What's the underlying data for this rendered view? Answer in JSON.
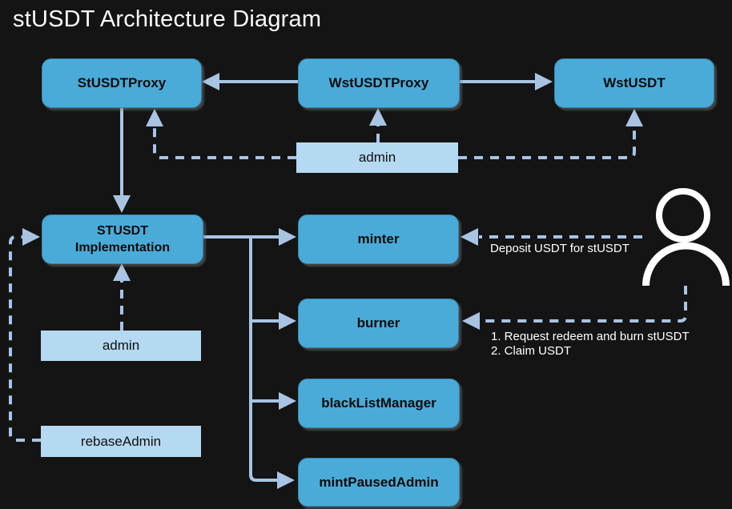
{
  "page": {
    "title": "stUSDT Architecture Diagram",
    "background": "#141414"
  },
  "colors": {
    "node_fill": "#4aabd8",
    "node_text": "#0b0b0b",
    "tag_fill": "#b5d9f0",
    "arrow": "#a9c4e3",
    "person_icon": "#ffffff",
    "annotation_text": "#ffffff",
    "title_text": "#fafafa"
  },
  "nodes": {
    "stusdt_proxy": {
      "label": "StUSDTProxy"
    },
    "wstusdt_proxy": {
      "label": "WstUSDTProxy"
    },
    "wstusdt": {
      "label": "WstUSDT"
    },
    "implementation": {
      "line1": "STUSDT",
      "line2": "Implementation"
    },
    "minter": {
      "label": "minter"
    },
    "burner": {
      "label": "burner"
    },
    "blacklist_manager": {
      "label": "blackListManager"
    },
    "mint_paused_admin": {
      "label": "mintPausedAdmin"
    }
  },
  "tags": {
    "proxy_admin": {
      "label": "admin"
    },
    "impl_admin": {
      "label": "admin"
    },
    "rebase_admin": {
      "label": "rebaseAdmin"
    }
  },
  "annotations": {
    "deposit": "Deposit USDT for stUSDT",
    "redeem_step1": "1. Request redeem and burn stUSDT",
    "redeem_step2": "2. Claim USDT"
  },
  "diagram_data": {
    "type": "architecture-graph",
    "nodes": [
      "StUSDTProxy",
      "WstUSDTProxy",
      "WstUSDT",
      "admin (proxy)",
      "STUSDT Implementation",
      "minter",
      "burner",
      "blackListManager",
      "mintPausedAdmin",
      "admin (implementation)",
      "rebaseAdmin",
      "user"
    ],
    "edges": [
      {
        "from": "WstUSDTProxy",
        "to": "StUSDTProxy",
        "style": "solid"
      },
      {
        "from": "WstUSDTProxy",
        "to": "WstUSDT",
        "style": "solid"
      },
      {
        "from": "StUSDTProxy",
        "to": "STUSDT Implementation",
        "style": "solid"
      },
      {
        "from": "STUSDT Implementation",
        "to": "minter",
        "style": "solid"
      },
      {
        "from": "STUSDT Implementation",
        "to": "burner",
        "style": "solid"
      },
      {
        "from": "STUSDT Implementation",
        "to": "blackListManager",
        "style": "solid"
      },
      {
        "from": "STUSDT Implementation",
        "to": "mintPausedAdmin",
        "style": "solid"
      },
      {
        "from": "admin (proxy)",
        "to": "StUSDTProxy",
        "style": "dashed"
      },
      {
        "from": "admin (proxy)",
        "to": "WstUSDTProxy",
        "style": "dashed"
      },
      {
        "from": "admin (proxy)",
        "to": "WstUSDT",
        "style": "dashed"
      },
      {
        "from": "admin (implementation)",
        "to": "STUSDT Implementation",
        "style": "dashed"
      },
      {
        "from": "rebaseAdmin",
        "to": "STUSDT Implementation",
        "style": "dashed"
      },
      {
        "from": "user",
        "to": "minter",
        "style": "dashed",
        "label": "Deposit USDT for stUSDT"
      },
      {
        "from": "user",
        "to": "burner",
        "style": "dashed",
        "label": "1. Request redeem and burn stUSDT 2. Claim USDT"
      }
    ]
  }
}
